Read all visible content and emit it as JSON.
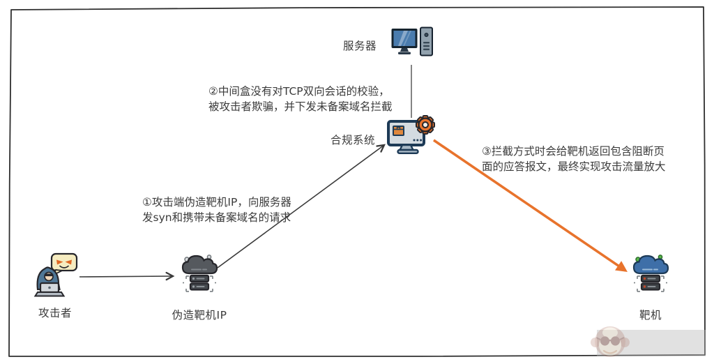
{
  "canvas": {
    "background": "#ffffff",
    "border_color": "#2e2e2e"
  },
  "colors": {
    "connector": "#3a3a3a",
    "server_link": "#6e6e6e",
    "attack_arrow": "#e8732c",
    "text": "#3b3b3b"
  },
  "nodes": {
    "server": {
      "label": "服务器",
      "icon": "desktop-computer-icon"
    },
    "compliance": {
      "label": "合规系统",
      "icon": "monitor-gear-icon"
    },
    "attacker": {
      "label": "攻击者",
      "icon": "hacker-icon"
    },
    "spoofed_ip": {
      "label": "伪造靶机IP",
      "icon": "cloud-server-gray-icon"
    },
    "target": {
      "label": "靶机",
      "icon": "cloud-server-blue-icon"
    }
  },
  "annotations": {
    "step1": {
      "line1": "①攻击端伪造靶机IP，向服务器",
      "line2": "发syn和携带未备案域名的请求"
    },
    "step2": {
      "line1": "②中间盒没有对TCP双向会话的校验，",
      "line2": "被攻击者欺骗，并下发未备案域名拦截"
    },
    "step3": {
      "line1": "③拦截方式时会给靶机返回包含阻断页",
      "line2": "面的应答报文，最终实现攻击流量放大"
    }
  }
}
